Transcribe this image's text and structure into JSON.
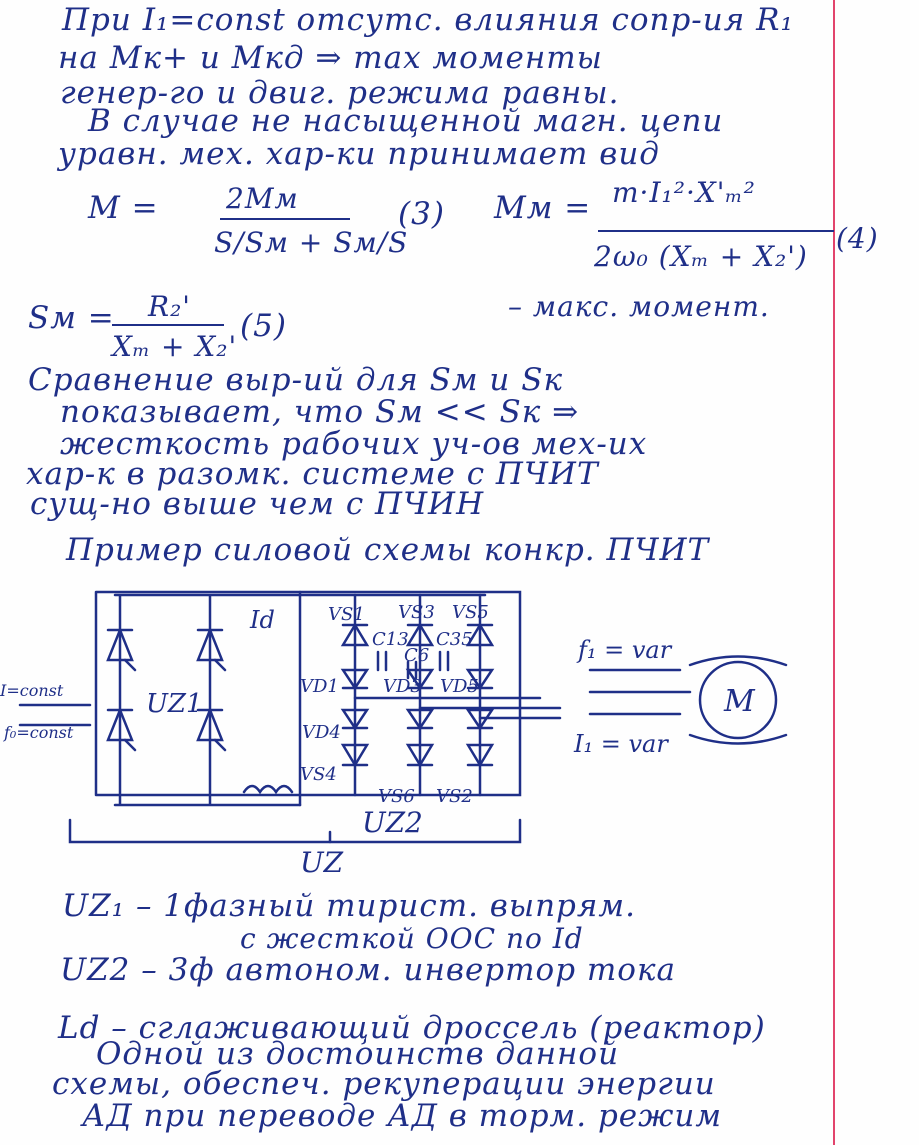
{
  "notes": {
    "l1": "При I₁=const отсутс. влияния сопр-ия R₁",
    "l2": "на Mк+ и Mкд ⇒ max моменты",
    "l3": "генер-го и двиг. режима равны.",
    "l4": "В случае не насыщенной магн. цепи",
    "l5": "уравн. мех. хар-ки принимает вид",
    "f3_lhs": "M =",
    "f3_num": "2Mм",
    "f3_den": "S/Sм + Sм/S",
    "f3_tag": "(3)",
    "f4_lhs": "Mм =",
    "f4_num": "m·I₁²·X'ₘ²",
    "f4_den": "2ω₀ (Xₘ + X₂')",
    "f4_tag": "(4)",
    "f4_note": "– макс. момент.",
    "f5_lhs": "Sм =",
    "f5_num": "R₂'",
    "f5_den": "Xₘ + X₂'",
    "f5_tag": "(5)",
    "l6": "Сравнение выр-ий для Sм и Sк",
    "l7": "показывает, что Sм << Sк ⇒",
    "l8": "жесткость рабочих уч-ов мех-их",
    "l9": "хар-к в разомк. системе с ПЧИТ",
    "l10": "сущ-но выше чем с ПЧИН",
    "l11": "Пример силовой схемы конкр. ПЧИТ",
    "l12": "UZ₁ – 1фазный тирист. выпрям.",
    "l13": "с жесткой ООС по Id",
    "l14": "UZ2 – 3ф автоном. инвертор тока",
    "l15": "Ld – сглаживающий дроссель (реактор)",
    "l16": "Одной из достоинств данной",
    "l17": "схемы, обеспеч. рекуперации энергии",
    "l18": "АД при переводе АД в торм. режим"
  },
  "diagram": {
    "id": "Id",
    "uz1": "UZ1",
    "uz2": "UZ2",
    "uz": "UZ",
    "in1": "I=const",
    "in2": "f₀=const",
    "vs1": "VS1",
    "vs3": "VS3",
    "vs5": "VS5",
    "vs4": "VS4",
    "vs6": "VS6",
    "vs2": "VS2",
    "c13": "C13",
    "c35": "C35",
    "c6": "C6",
    "vd1": "VD1",
    "vd3": "VD3",
    "vd5": "VD5",
    "vd4": "VD4",
    "out_f": "f₁ = var",
    "out_i": "I₁ = var",
    "motor": "M"
  }
}
